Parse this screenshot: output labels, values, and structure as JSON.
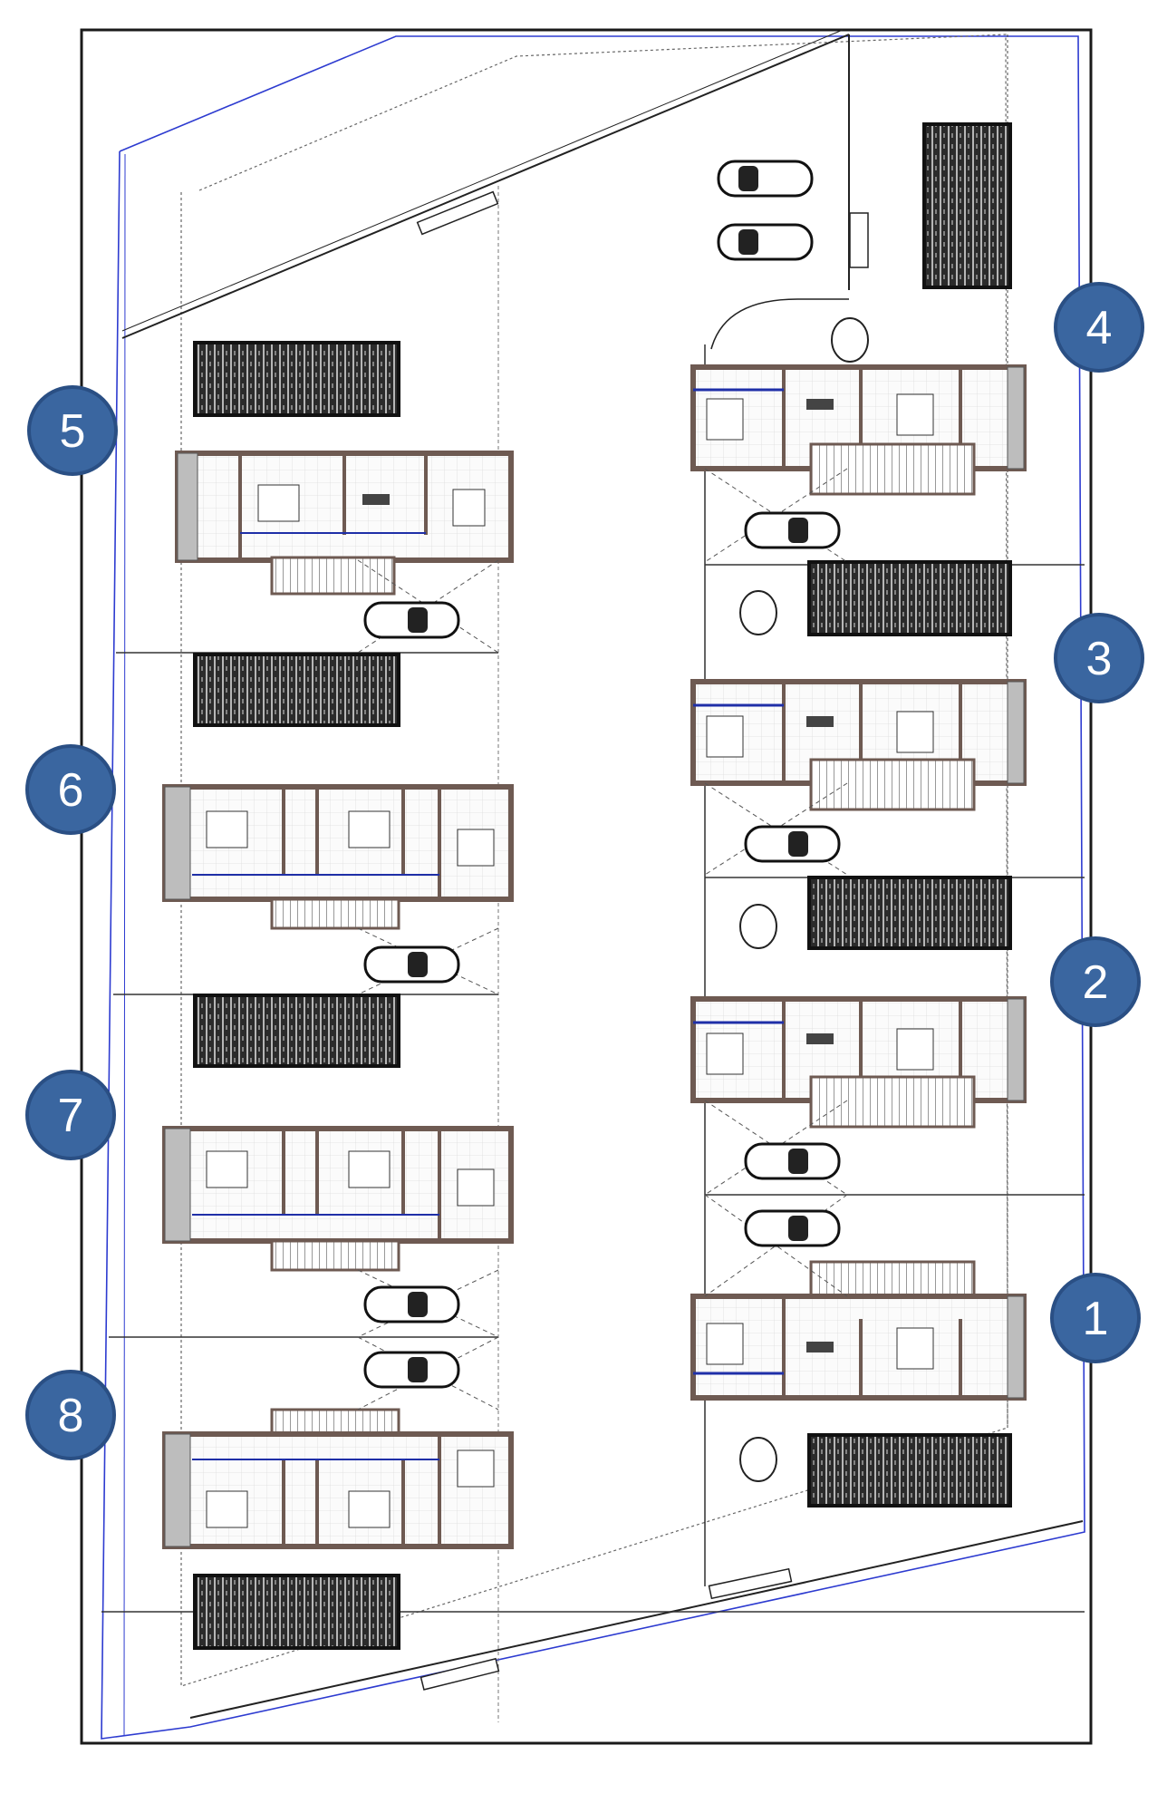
{
  "site_plan": {
    "colors": {
      "wall": "#6e5a52",
      "roof_hatch": "#2a2a2a",
      "boundary": "#2d3bd0",
      "marker_fill": "#3a66a0",
      "marker_edge": "#2a4f84",
      "marker_text": "#ffffff",
      "furniture_blue": "#1f2fa8"
    },
    "units": [
      {
        "number": "1"
      },
      {
        "number": "2"
      },
      {
        "number": "3"
      },
      {
        "number": "4"
      },
      {
        "number": "5"
      },
      {
        "number": "6"
      },
      {
        "number": "7"
      },
      {
        "number": "8"
      }
    ]
  }
}
